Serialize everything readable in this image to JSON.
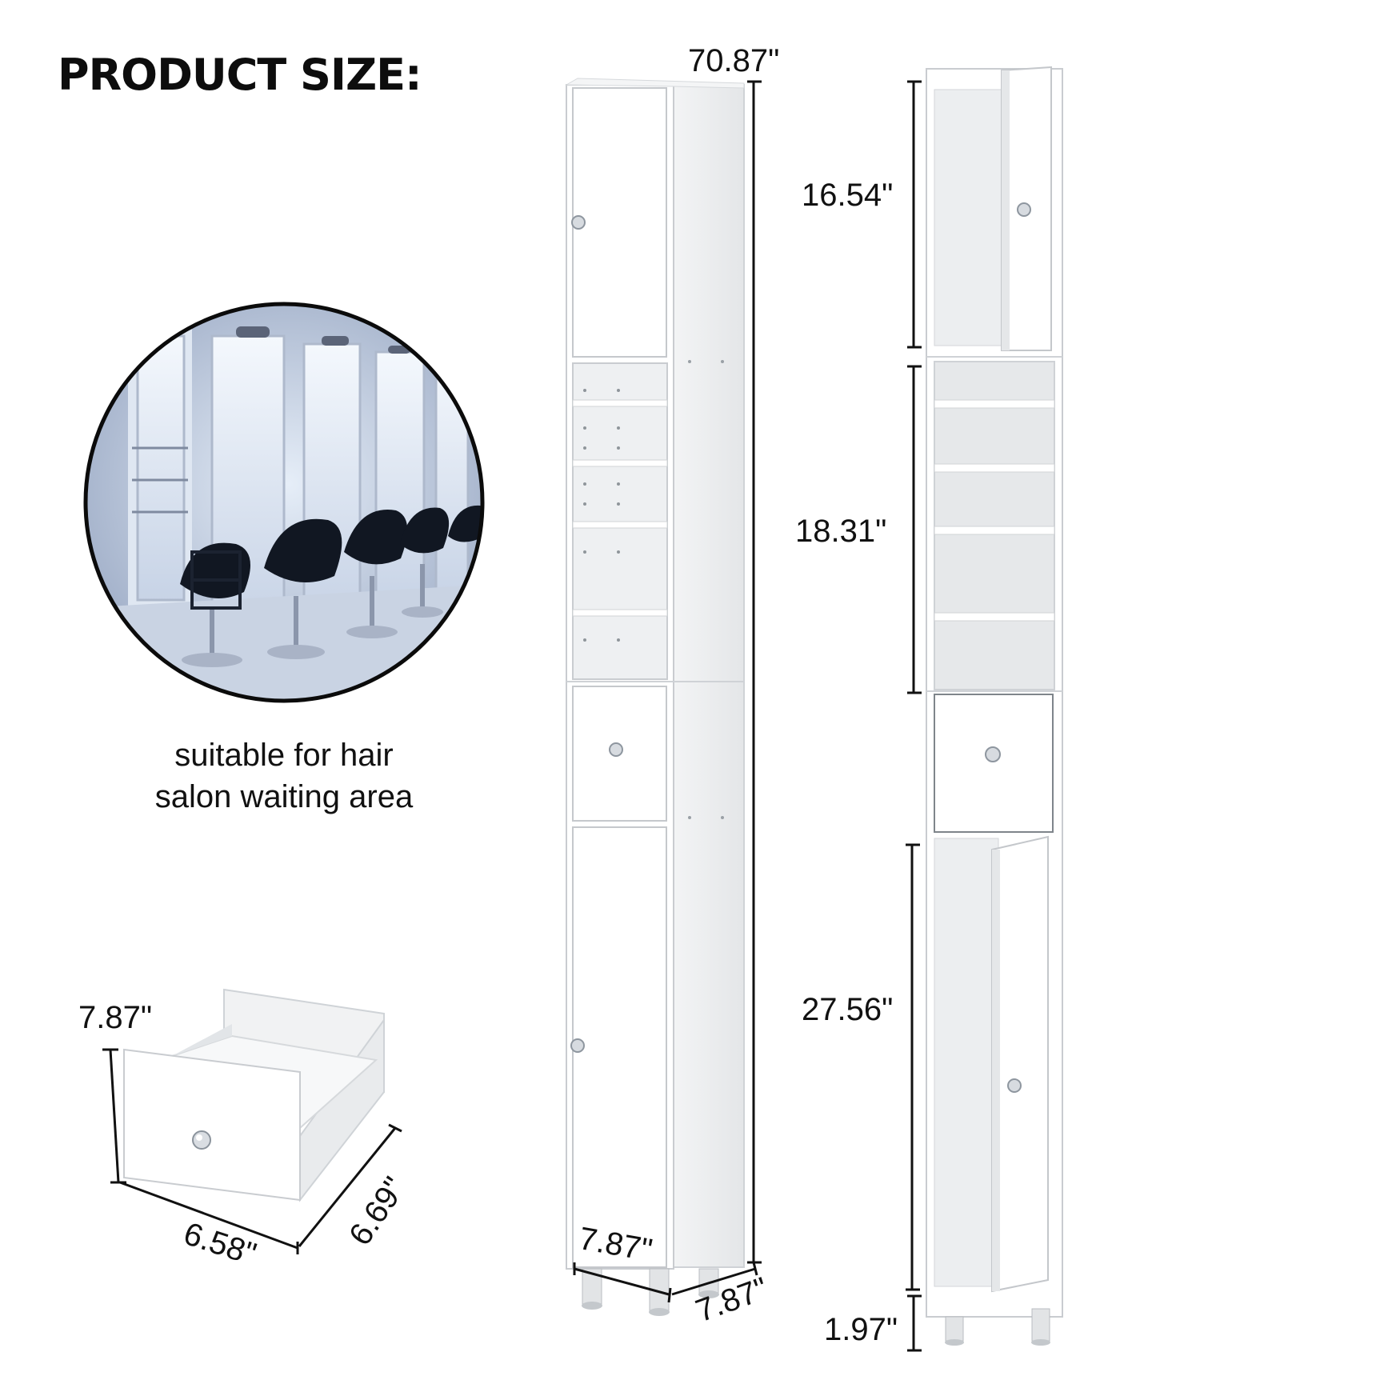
{
  "heading": "PRODUCT SIZE:",
  "caption": {
    "line1": "suitable for hair",
    "line2": "salon waiting area"
  },
  "front_view": {
    "height": "70.87\"",
    "width": "7.87\"",
    "depth": "7.87\""
  },
  "side_view": {
    "top_cabinet": "16.54\"",
    "open_shelves": "18.31\"",
    "bottom_cabinet": "27.56\"",
    "legs": "1.97\""
  },
  "drawer": {
    "height": "7.87\"",
    "width": "6.58\"",
    "depth": "6.69\""
  },
  "colors": {
    "cabinet": "#ffffff",
    "cabinet_edge": "#c9ccd0",
    "interior": "#eef0f2",
    "dimension_line": "#111111"
  }
}
